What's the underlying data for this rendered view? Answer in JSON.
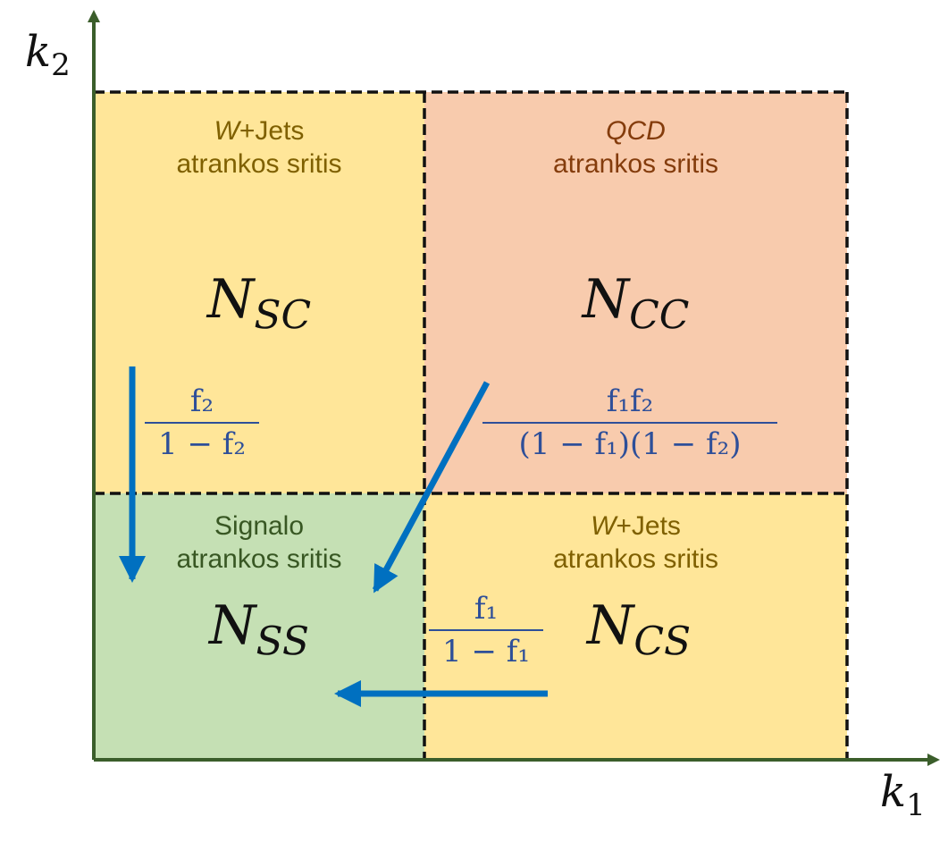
{
  "axes": {
    "x": {
      "var": "k",
      "sub": "1"
    },
    "y": {
      "var": "k",
      "sub": "2"
    }
  },
  "regions": {
    "top_left": {
      "label_prefix": "W",
      "label_suffix": "+Jets",
      "label_line2": "atrankos sritis",
      "count_var": "N",
      "count_sub": "SC",
      "fill": "#ffe699",
      "text_color": "#7f6000"
    },
    "top_right": {
      "label_italic": "QCD",
      "label_line2": "atrankos sritis",
      "count_var": "N",
      "count_sub": "CC",
      "fill": "#f8cbad",
      "text_color": "#843c0c"
    },
    "bottom_left": {
      "label_line1": "Signalo",
      "label_line2": "atrankos sritis",
      "count_var": "N",
      "count_sub": "SS",
      "fill": "#c5e0b4",
      "text_color": "#385723"
    },
    "bottom_right": {
      "label_prefix": "W",
      "label_suffix": "+Jets",
      "label_line2": "atrankos sritis",
      "count_var": "N",
      "count_sub": "CS",
      "fill": "#ffe699",
      "text_color": "#7f6000"
    }
  },
  "transfer_factors": {
    "vertical": {
      "numerator": "f₂",
      "denominator": "1 − f₂"
    },
    "horizontal": {
      "numerator": "f₁",
      "denominator": "1 − f₁"
    },
    "diagonal": {
      "numerator": "f₁f₂",
      "denominator": "(1 − f₁)(1 − f₂)"
    }
  },
  "colors": {
    "axis": "#3b5e2b",
    "arrow": "#0070c0",
    "border": "#111111",
    "formula": "#2e4f99"
  }
}
